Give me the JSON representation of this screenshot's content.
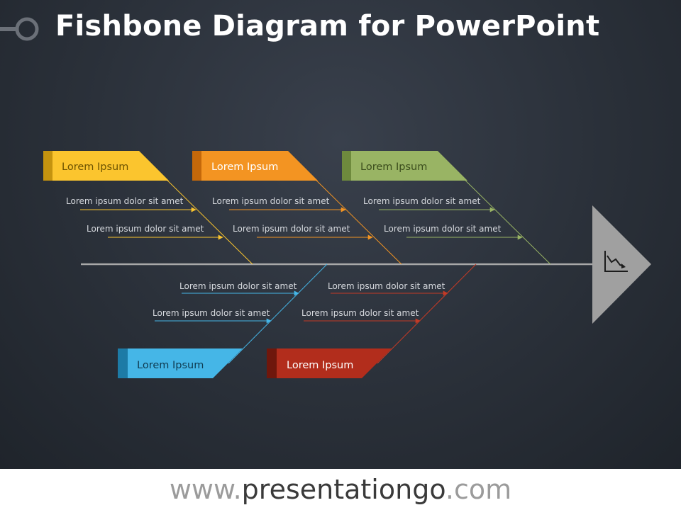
{
  "title": "Fishbone Diagram for PowerPoint",
  "footer": {
    "prefix": "www.",
    "brand": "presentationgo",
    "suffix": ".com"
  },
  "colors": {
    "yellow": "#fbc52e",
    "orange": "#f39422",
    "green": "#99b464",
    "blue": "#45b6e7",
    "red": "#b22d1c",
    "spine": "#a8a8a8",
    "head": "#a0a0a0"
  },
  "head_icon": "declining-line-chart-icon",
  "top_branches": [
    {
      "label": "Lorem Ipsum",
      "causes": [
        "Lorem ipsum  dolor sit amet",
        "Lorem ipsum  dolor sit amet"
      ]
    },
    {
      "label": "Lorem Ipsum",
      "causes": [
        "Lorem ipsum  dolor sit amet",
        "Lorem ipsum  dolor sit amet"
      ]
    },
    {
      "label": "Lorem Ipsum",
      "causes": [
        "Lorem ipsum  dolor sit amet",
        "Lorem ipsum  dolor sit amet"
      ]
    }
  ],
  "bottom_branches": [
    {
      "label": "Lorem Ipsum",
      "causes": [
        "Lorem ipsum  dolor sit amet",
        "Lorem ipsum  dolor sit amet"
      ]
    },
    {
      "label": "Lorem Ipsum",
      "causes": [
        "Lorem ipsum  dolor sit amet",
        "Lorem ipsum  dolor sit amet"
      ]
    }
  ]
}
